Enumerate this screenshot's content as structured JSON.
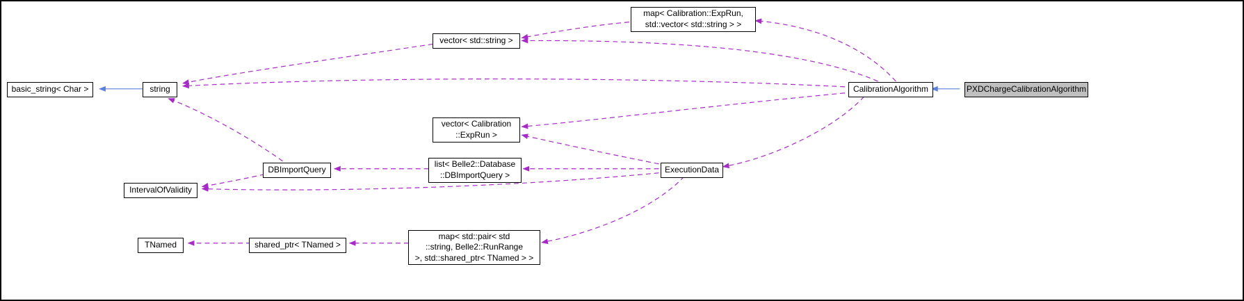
{
  "diagram": {
    "kind": "class-collaboration-graph",
    "highlighted_node": "PXDChargeCalibrationAlgorithm"
  },
  "colors": {
    "usage_edge": "#a52ac6",
    "inheritance_edge": "#5b80e0",
    "node_bg": "#ffffff",
    "node_border": "#000000",
    "highlight_bg": "#bfbfbf"
  },
  "nodes": [
    {
      "id": "map-exprun-vector-string",
      "label": "map< Calibration::ExpRun,\nstd::vector< std::string > >"
    },
    {
      "id": "vector-string",
      "label": "vector< std::string >"
    },
    {
      "id": "basic-string-char",
      "label": "basic_string< Char >"
    },
    {
      "id": "string",
      "label": "string"
    },
    {
      "id": "calibration-algorithm",
      "label": "CalibrationAlgorithm"
    },
    {
      "id": "pxd-charge-calibration-algorithm",
      "label": "PXDChargeCalibrationAlgorithm"
    },
    {
      "id": "vector-calibration-exprun",
      "label": "vector< Calibration\n::ExpRun >"
    },
    {
      "id": "dbimportquery",
      "label": "DBImportQuery"
    },
    {
      "id": "list-dbimportquery",
      "label": "list< Belle2::Database\n::DBImportQuery >"
    },
    {
      "id": "executiondata",
      "label": "ExecutionData"
    },
    {
      "id": "intervalofvalidity",
      "label": "IntervalOfValidity"
    },
    {
      "id": "tnamed",
      "label": "TNamed"
    },
    {
      "id": "shared-ptr-tnamed",
      "label": "shared_ptr< TNamed >"
    },
    {
      "id": "map-pair-string-runrange-shared-ptr-tnamed",
      "label": "map< std::pair< std\n::string, Belle2::RunRange\n>, std::shared_ptr< TNamed > >"
    }
  ],
  "edges": [
    {
      "from": "PXDChargeCalibrationAlgorithm",
      "to": "CalibrationAlgorithm",
      "type": "inheritance"
    },
    {
      "from": "string",
      "to": "basic_string< Char >",
      "type": "inheritance"
    },
    {
      "from": "CalibrationAlgorithm",
      "to": "string",
      "type": "usage"
    },
    {
      "from": "vector< std::string >",
      "to": "string",
      "type": "usage"
    },
    {
      "from": "CalibrationAlgorithm",
      "to": "vector< std::string >",
      "type": "usage"
    },
    {
      "from": "map< Calibration::ExpRun, std::vector< std::string > >",
      "to": "vector< std::string >",
      "type": "usage"
    },
    {
      "from": "CalibrationAlgorithm",
      "to": "map< Calibration::ExpRun, std::vector< std::string > >",
      "type": "usage"
    },
    {
      "from": "CalibrationAlgorithm",
      "to": "vector< Calibration::ExpRun >",
      "type": "usage"
    },
    {
      "from": "CalibrationAlgorithm",
      "to": "ExecutionData",
      "type": "usage"
    },
    {
      "from": "ExecutionData",
      "to": "vector< Calibration::ExpRun >",
      "type": "usage"
    },
    {
      "from": "ExecutionData",
      "to": "list< Belle2::Database::DBImportQuery >",
      "type": "usage"
    },
    {
      "from": "list< Belle2::Database::DBImportQuery >",
      "to": "DBImportQuery",
      "type": "usage"
    },
    {
      "from": "DBImportQuery",
      "to": "string",
      "type": "usage"
    },
    {
      "from": "DBImportQuery",
      "to": "IntervalOfValidity",
      "type": "usage"
    },
    {
      "from": "ExecutionData",
      "to": "IntervalOfValidity",
      "type": "usage"
    },
    {
      "from": "ExecutionData",
      "to": "map< std::pair< std::string, Belle2::RunRange >, std::shared_ptr< TNamed > >",
      "type": "usage"
    },
    {
      "from": "map< std::pair< std::string, Belle2::RunRange >, std::shared_ptr< TNamed > >",
      "to": "shared_ptr< TNamed >",
      "type": "usage"
    },
    {
      "from": "shared_ptr< TNamed >",
      "to": "TNamed",
      "type": "usage"
    }
  ]
}
